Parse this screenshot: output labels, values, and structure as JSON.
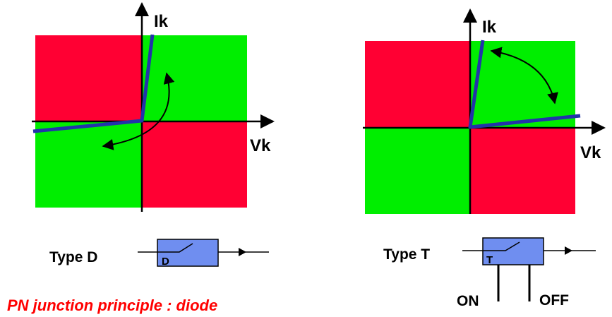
{
  "colors": {
    "forbidden": "#ff0033",
    "allowed": "#00ee00",
    "characteristic": "#2233aa",
    "switch_box": "#6f8ef0",
    "caption": "#ff0000"
  },
  "diagram_d": {
    "current_axis_label": "Ik",
    "voltage_axis_label": "Vk",
    "type_label": "Type D",
    "switch_letter": "D",
    "quadrants": {
      "top_left": "forbidden",
      "top_right": "allowed",
      "bottom_left": "allowed",
      "bottom_right": "forbidden"
    }
  },
  "diagram_t": {
    "current_axis_label": "Ik",
    "voltage_axis_label": "Vk",
    "type_label": "Type T",
    "switch_letter": "T",
    "on_label": "ON",
    "off_label": "OFF",
    "quadrants": {
      "top_left": "forbidden",
      "top_right": "allowed",
      "bottom_left": "allowed",
      "bottom_right": "forbidden"
    }
  },
  "caption": "PN junction principle : diode"
}
